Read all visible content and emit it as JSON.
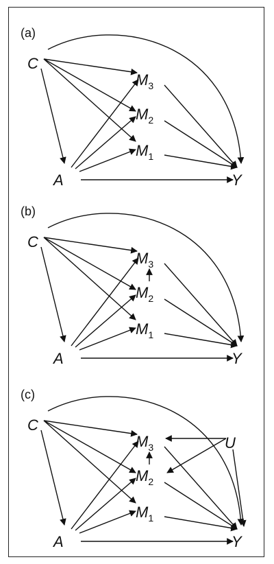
{
  "panels": [
    {
      "label": "(a)",
      "nodes": [
        {
          "id": "C",
          "text": "C",
          "sub": ""
        },
        {
          "id": "A",
          "text": "A",
          "sub": ""
        },
        {
          "id": "M3",
          "text": "M",
          "sub": "3"
        },
        {
          "id": "M2",
          "text": "M",
          "sub": "2"
        },
        {
          "id": "M1",
          "text": "M",
          "sub": "1"
        },
        {
          "id": "Y",
          "text": "Y",
          "sub": ""
        }
      ],
      "edges": [
        [
          "C",
          "A"
        ],
        [
          "C",
          "M3"
        ],
        [
          "C",
          "M2"
        ],
        [
          "C",
          "M1"
        ],
        [
          "C",
          "Y"
        ],
        [
          "A",
          "M3"
        ],
        [
          "A",
          "M2"
        ],
        [
          "A",
          "M1"
        ],
        [
          "A",
          "Y"
        ],
        [
          "M3",
          "Y"
        ],
        [
          "M2",
          "Y"
        ],
        [
          "M1",
          "Y"
        ]
      ]
    },
    {
      "label": "(b)",
      "nodes": [
        {
          "id": "C",
          "text": "C",
          "sub": ""
        },
        {
          "id": "A",
          "text": "A",
          "sub": ""
        },
        {
          "id": "M3",
          "text": "M",
          "sub": "3"
        },
        {
          "id": "M2",
          "text": "M",
          "sub": "2"
        },
        {
          "id": "M1",
          "text": "M",
          "sub": "1"
        },
        {
          "id": "Y",
          "text": "Y",
          "sub": ""
        }
      ],
      "edges": [
        [
          "C",
          "A"
        ],
        [
          "C",
          "M3"
        ],
        [
          "C",
          "M2"
        ],
        [
          "C",
          "M1"
        ],
        [
          "C",
          "Y"
        ],
        [
          "A",
          "M3"
        ],
        [
          "A",
          "M2"
        ],
        [
          "A",
          "M1"
        ],
        [
          "A",
          "Y"
        ],
        [
          "M3",
          "Y"
        ],
        [
          "M2",
          "Y"
        ],
        [
          "M1",
          "Y"
        ],
        [
          "M2",
          "M3"
        ]
      ]
    },
    {
      "label": "(c)",
      "nodes": [
        {
          "id": "C",
          "text": "C",
          "sub": ""
        },
        {
          "id": "A",
          "text": "A",
          "sub": ""
        },
        {
          "id": "M3",
          "text": "M",
          "sub": "3"
        },
        {
          "id": "M2",
          "text": "M",
          "sub": "2"
        },
        {
          "id": "M1",
          "text": "M",
          "sub": "1"
        },
        {
          "id": "Y",
          "text": "Y",
          "sub": ""
        },
        {
          "id": "U",
          "text": "U",
          "sub": ""
        }
      ],
      "edges": [
        [
          "C",
          "A"
        ],
        [
          "C",
          "M3"
        ],
        [
          "C",
          "M2"
        ],
        [
          "C",
          "M1"
        ],
        [
          "C",
          "Y"
        ],
        [
          "A",
          "M3"
        ],
        [
          "A",
          "M2"
        ],
        [
          "A",
          "M1"
        ],
        [
          "A",
          "Y"
        ],
        [
          "M3",
          "Y"
        ],
        [
          "M2",
          "Y"
        ],
        [
          "M1",
          "Y"
        ],
        [
          "M2",
          "M3"
        ],
        [
          "U",
          "M3"
        ],
        [
          "U",
          "M2"
        ],
        [
          "U",
          "Y"
        ]
      ]
    }
  ]
}
